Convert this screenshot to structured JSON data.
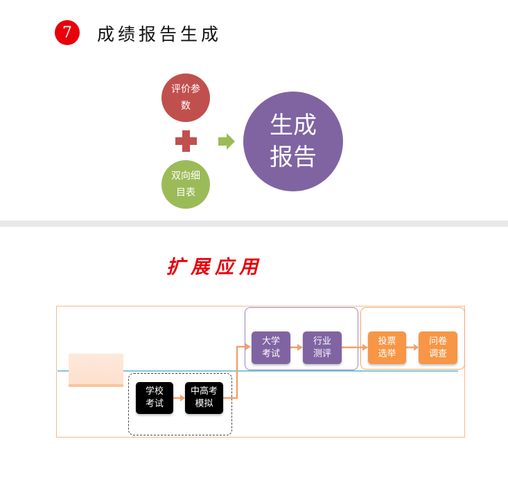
{
  "slide1": {
    "badge": "7",
    "title": "成绩报告生成",
    "input1": "评价参数",
    "input2": "双向细目表",
    "output": "生成报告",
    "colors": {
      "badge": "#e8000b",
      "input1": "#c0504d",
      "input2": "#9bbb59",
      "output": "#8064a2"
    }
  },
  "slide2": {
    "title": "扩展应用",
    "boxes": {
      "school_exam": "学校\n考试",
      "mock_exam": "中高考\n模拟",
      "college_exam": "大学\n考试",
      "industry_eval": "行业\n测评",
      "voting": "投票\n选举",
      "survey": "问卷\n调查"
    },
    "colors": {
      "title": "#e8000b",
      "orange": "#f79646",
      "purple": "#8064a2",
      "line": "#4bacc6"
    }
  }
}
